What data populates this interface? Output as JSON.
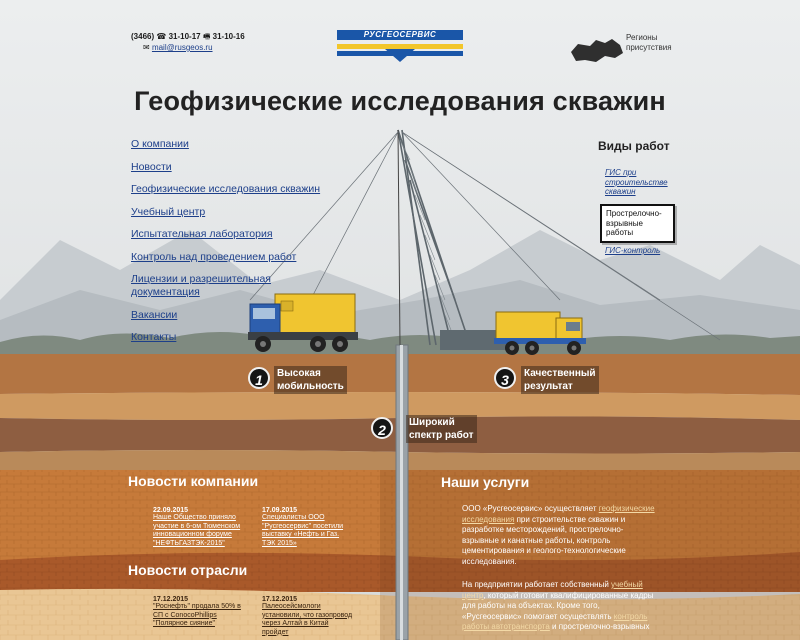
{
  "header": {
    "phone_prefix": "(3466)",
    "phone1": "31-10-17",
    "fax": "31-10-16",
    "email": "mail@rusgeos.ru",
    "logo_text": "РУСГЕОСЕРВИС",
    "regions_label_line1": "Регионы",
    "regions_label_line2": "присутствия"
  },
  "page_title": "Геофизические исследования скважин",
  "nav": [
    "О компании",
    "Новости",
    "Геофизические исследования скважин",
    "Учебный центр",
    "Испытательная лаборатория",
    "Контроль над проведением работ",
    "Лицензии и разрешительная",
    "документация",
    "Вакансии",
    "Контакты"
  ],
  "work_types": {
    "title": "Виды работ",
    "items": [
      {
        "lines": [
          "ГИС при",
          "строительстве",
          "скважин"
        ],
        "active": false
      },
      {
        "lines": [
          "Прострелочно-",
          "взрывные",
          "работы"
        ],
        "active": true
      },
      {
        "lines": [
          "ГИС-контроль"
        ],
        "active": false
      }
    ]
  },
  "badges": [
    {
      "num": "1",
      "line1": "Высокая",
      "line2": "мобильность"
    },
    {
      "num": "2",
      "line1": "Широкий",
      "line2": "спектр работ"
    },
    {
      "num": "3",
      "line1": "Качественный",
      "line2": "результат"
    }
  ],
  "company_news": {
    "title": "Новости компании",
    "items": [
      {
        "date": "22.09.2015",
        "lines": [
          "Наше Общество приняло",
          "участие в 6-ом Тюменском",
          "инновационном форуме",
          "\"НЕФТЬГАЗТЭК-2015\""
        ]
      },
      {
        "date": "17.09.2015",
        "lines": [
          "Специалисты ООО",
          "\"Русгеосервис\" посетили",
          "выставку «Нефть и Газ.",
          "ТЭК 2015»"
        ]
      }
    ]
  },
  "industry_news": {
    "title": "Новости отрасли",
    "items": [
      {
        "date": "17.12.2015",
        "lines": [
          "\"Роснефть\" продала 50% в",
          "СП с ConocoPhillips",
          "\"Полярное сияние\""
        ]
      },
      {
        "date": "17.12.2015",
        "lines": [
          "Палеосейсмологи",
          "установили, что газопровод",
          "через Алтай в Китай",
          "пройдет"
        ]
      }
    ]
  },
  "services": {
    "title": "Наши услуги",
    "p1_lines": [
      {
        "pre": "ООО «Русгеосервис» осуществляет ",
        "link": "геофизические",
        "post": ""
      },
      {
        "pre": "",
        "link": "исследования",
        "post": " при строительстве скважин и"
      },
      {
        "pre": "разработке месторождений, прострелочно-",
        "link": "",
        "post": ""
      },
      {
        "pre": "взрывные и канатные работы, контроль",
        "link": "",
        "post": ""
      },
      {
        "pre": "цементирования и геолого-технологические",
        "link": "",
        "post": ""
      },
      {
        "pre": "исследования.",
        "link": "",
        "post": ""
      }
    ],
    "p2_lines": [
      {
        "pre": "На предприятии работает собственный ",
        "link": "учебный",
        "post": ""
      },
      {
        "pre": "",
        "link": "центр",
        "post": ", который готовит квалифицированные кадры"
      },
      {
        "pre": "для работы на объектах. Кроме того,",
        "link": "",
        "post": ""
      },
      {
        "pre": "«Русгеосервис» помогает осуществлять ",
        "link": "контроль",
        "post": ""
      },
      {
        "pre": "",
        "link": "работы автотранспорта",
        "post": " и прострелочно-взрывных"
      }
    ]
  }
}
